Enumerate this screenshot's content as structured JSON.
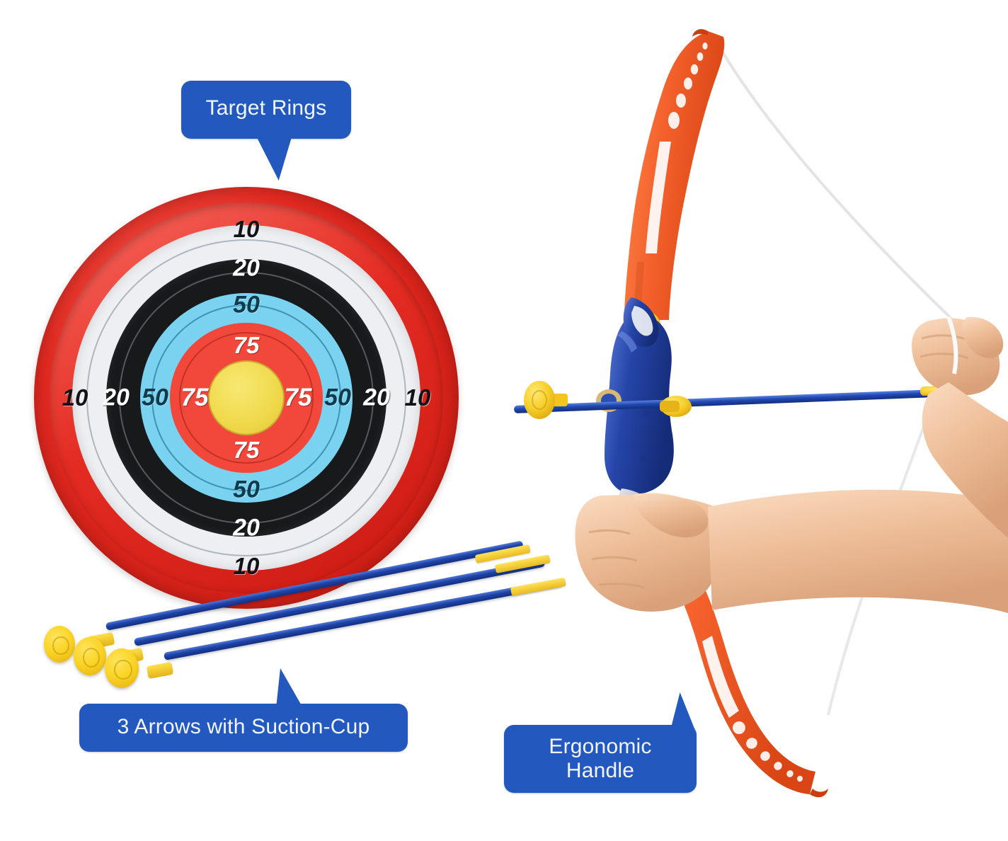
{
  "scene": {
    "background_color": "#FFFFFF",
    "product": "kids archery bow and arrow toy set"
  },
  "callouts": [
    {
      "id": "target-rings",
      "label": "Target Rings",
      "lines": [
        "Target Rings"
      ],
      "bg_color": "#2358BE",
      "text_color": "#F2F6FC",
      "tail_direction": "down-left",
      "points_at": "target-face"
    },
    {
      "id": "arrows-suction-cup",
      "label": "3 Arrows with Suction-Cup",
      "lines": [
        "3 Arrows with Suction-Cup"
      ],
      "bg_color": "#2358BE",
      "text_color": "#F2F6FC",
      "tail_direction": "up-right",
      "points_at": "loose-arrows"
    },
    {
      "id": "ergonomic-handle",
      "label": "Ergonomic Handle",
      "lines": [
        "Ergonomic",
        "Handle"
      ],
      "bg_color": "#2358BE",
      "text_color": "#F2F6FC",
      "tail_direction": "up-right",
      "points_at": "bow-lower-limb"
    }
  ],
  "target": {
    "name": "archery target face",
    "rim_color": "#E32B22",
    "center_color": "#EFD94A",
    "rings": [
      {
        "score": "10",
        "band_color": "#EDEFF2",
        "text_color": "#111316"
      },
      {
        "score": "20",
        "band_color": "#17191B",
        "text_color": "#FFFFFF"
      },
      {
        "score": "50",
        "band_color": "#79D3F0",
        "text_color": "#113A4C"
      },
      {
        "score": "75",
        "band_color": "#F2483C",
        "text_color": "#FFFFFF"
      }
    ],
    "scores_top": [
      "10",
      "20",
      "50",
      "75"
    ],
    "scores_bottom": [
      "75",
      "50",
      "20",
      "10"
    ],
    "scores_left": [
      "10",
      "20",
      "50",
      "75"
    ],
    "scores_right": [
      "75",
      "50",
      "20",
      "10"
    ]
  },
  "arrows": {
    "count": 3,
    "shaft_color": "#1F43A8",
    "suction_cup_color": "#FAD324",
    "nock_color": "#E8BA1E",
    "tip_type": "suction-cup"
  },
  "bow": {
    "limb_color": "#F4612C",
    "riser_color": "#2545A8",
    "pin_color": "#FAD324",
    "string_color": "#F3F3F3",
    "grip_color": "#C9CCD1",
    "nocked_arrow_tip_color": "#FAD324",
    "skin_color": "#EFC09B",
    "state": "drawn"
  }
}
